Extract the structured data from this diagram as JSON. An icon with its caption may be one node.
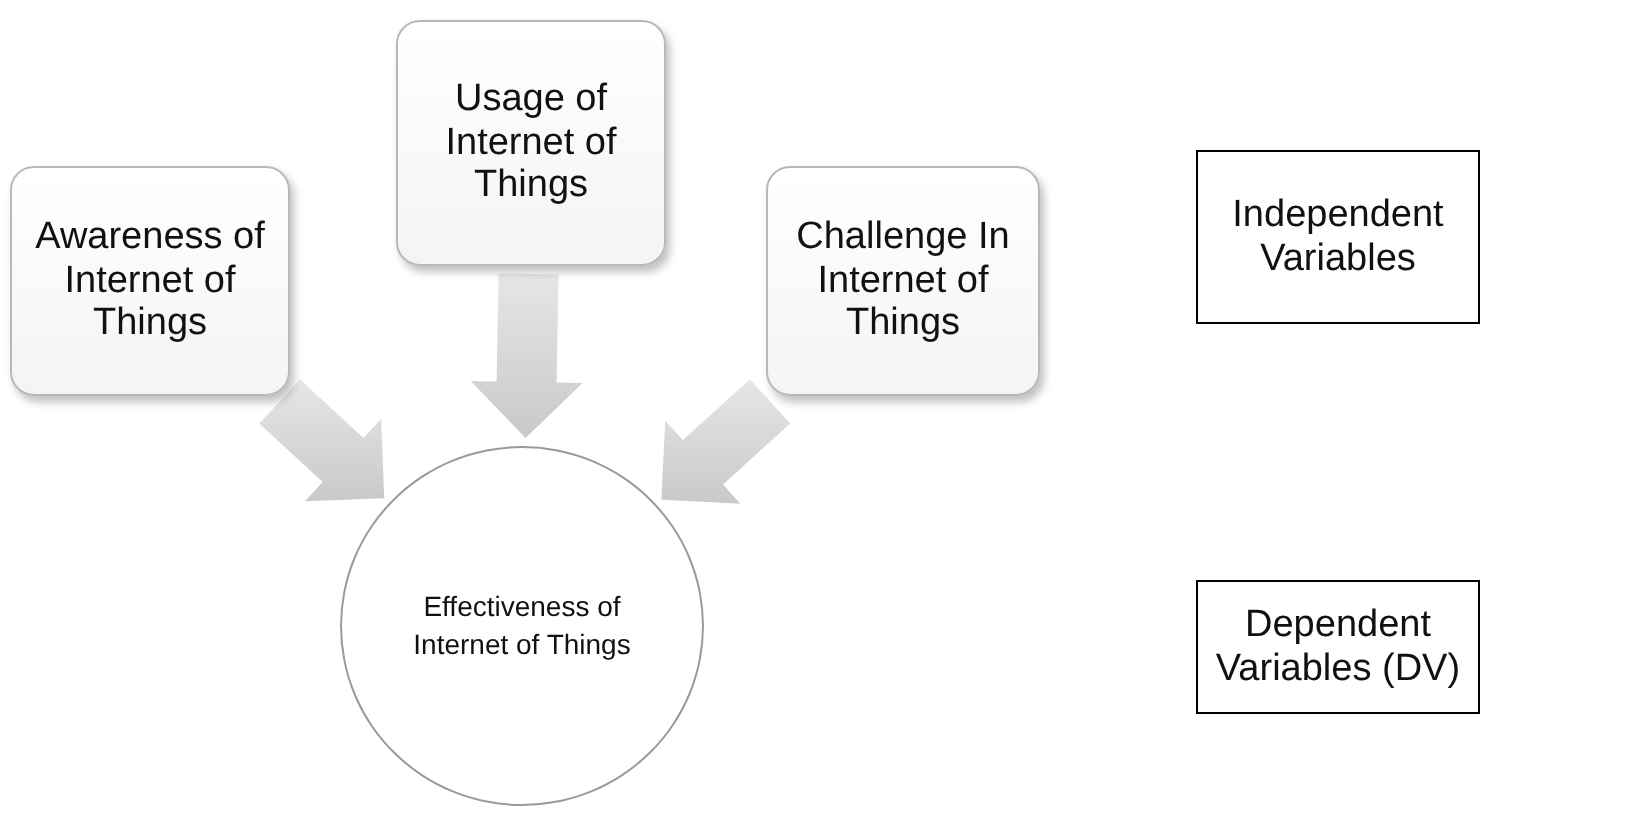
{
  "diagram": {
    "nodes": [
      {
        "text": [
          "Awareness of Internet of Things"
        ]
      },
      {
        "text": [
          "Usage of Internet of Things"
        ]
      },
      {
        "text": [
          "Challenge In Internet of Things"
        ]
      },
      {
        "text": [
          "Effectiveness of Internet of Things"
        ]
      },
      {
        "text": [
          "Independent Variables"
        ]
      },
      {
        "text": [
          "Dependent Variables (DV)"
        ]
      }
    ],
    "edges": [
      {
        "from": 0,
        "to": 3,
        "arrow": "to"
      },
      {
        "from": 1,
        "to": 3,
        "arrow": "to"
      },
      {
        "from": 2,
        "to": 3,
        "arrow": "to"
      }
    ]
  }
}
